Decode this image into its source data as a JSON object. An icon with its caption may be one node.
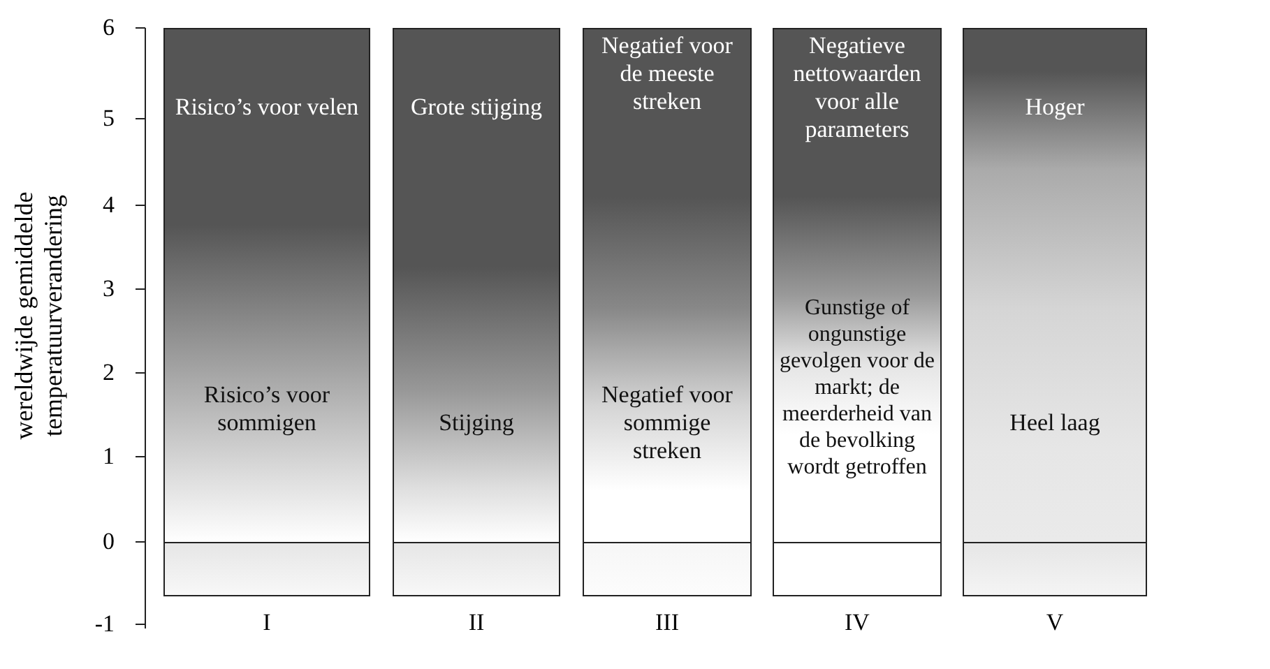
{
  "diagram": {
    "nodes": [
      {
        "text": [
          "Risico’s voor velen",
          "Risico’s voor sommigen"
        ],
        "beside": [
          "I"
        ]
      },
      {
        "text": [
          "Grote stijging",
          "Stijging"
        ],
        "beside": [
          "II"
        ]
      },
      {
        "text": [
          "Negatief voor de meeste streken",
          "Negatief voor sommige streken"
        ],
        "beside": [
          "III"
        ]
      },
      {
        "text": [
          "Negatieve nettowaarden voor alle parameters",
          "Gunstige of ongunstige gevolgen voor de markt; de meerderheid van de bevolking wordt getroffen"
        ],
        "beside": [
          "IV"
        ]
      },
      {
        "text": [
          "Hoger",
          "Heel laag"
        ],
        "beside": [
          "V"
        ]
      }
    ],
    "labels": [
      "wereldwijde gemiddelde temperatuurverandering",
      "6",
      "5",
      "4",
      "3",
      "2",
      "1",
      "0",
      "-1"
    ]
  }
}
